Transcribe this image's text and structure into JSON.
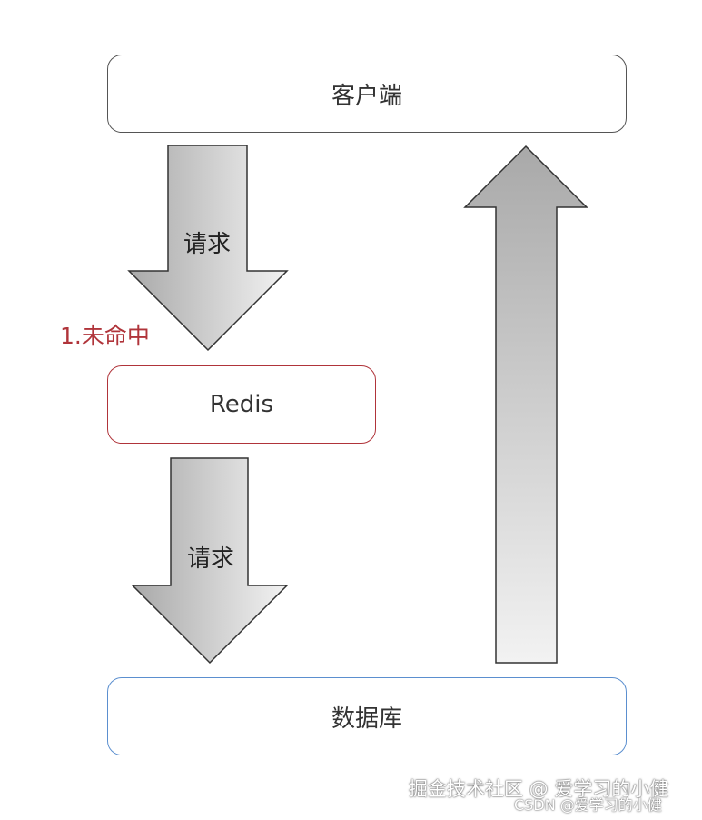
{
  "nodes": {
    "client": "客户端",
    "redis": "Redis",
    "database": "数据库"
  },
  "arrows": {
    "request_1": "请求",
    "request_2": "请求"
  },
  "annotation": {
    "miss": "1.未命中"
  },
  "watermark": {
    "line1": "掘金技术社区 @ 爱学习的小健",
    "line2": "CSDN @爱学习的小健"
  },
  "colors": {
    "client_border": "#555555",
    "redis_border": "#b0343a",
    "database_border": "#5b8fcf",
    "annotation_text": "#b0343a",
    "arrow_fill_dark": "#a9a9a9",
    "arrow_fill_light": "#f2f2f2",
    "arrow_stroke": "#333333"
  }
}
